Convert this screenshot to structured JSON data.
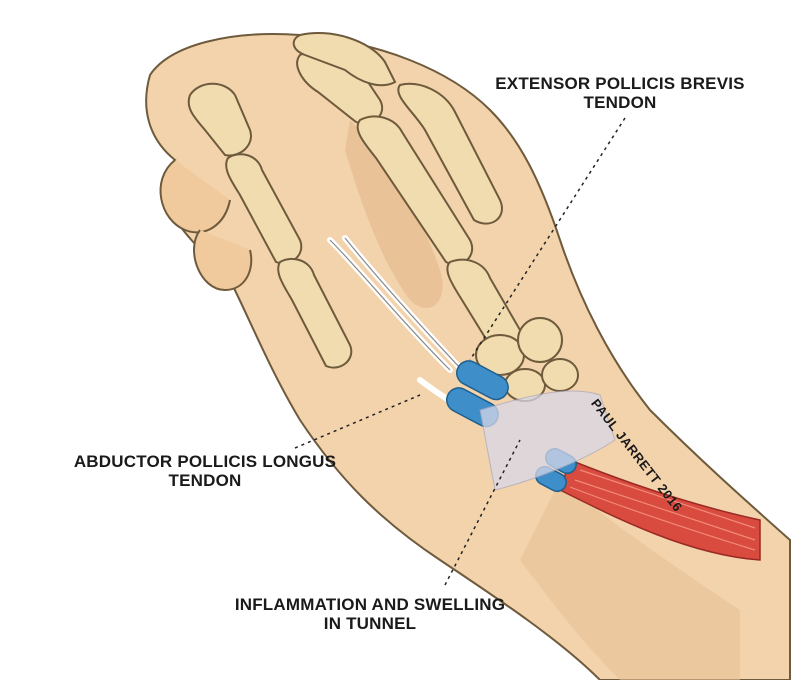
{
  "labels": {
    "extensor": {
      "line1": "EXTENSOR POLLICIS BREVIS",
      "line2": "TENDON"
    },
    "abductor": {
      "line1": "ABDUCTOR POLLICIS LONGUS",
      "line2": "TENDON"
    },
    "inflammation": {
      "line1": "INFLAMMATION AND SWELLING",
      "line2": "IN TUNNEL"
    }
  },
  "signature": "PAUL JARRETT 2016",
  "colors": {
    "skin": "#f3d3ac",
    "skin_shadow": "#e2b488",
    "bone": "#f0dcae",
    "bone_outline": "#6e5a3c",
    "tendon_blue": "#3e8fc9",
    "muscle_red": "#d94b3f",
    "sheath": "#d8d8e8"
  }
}
